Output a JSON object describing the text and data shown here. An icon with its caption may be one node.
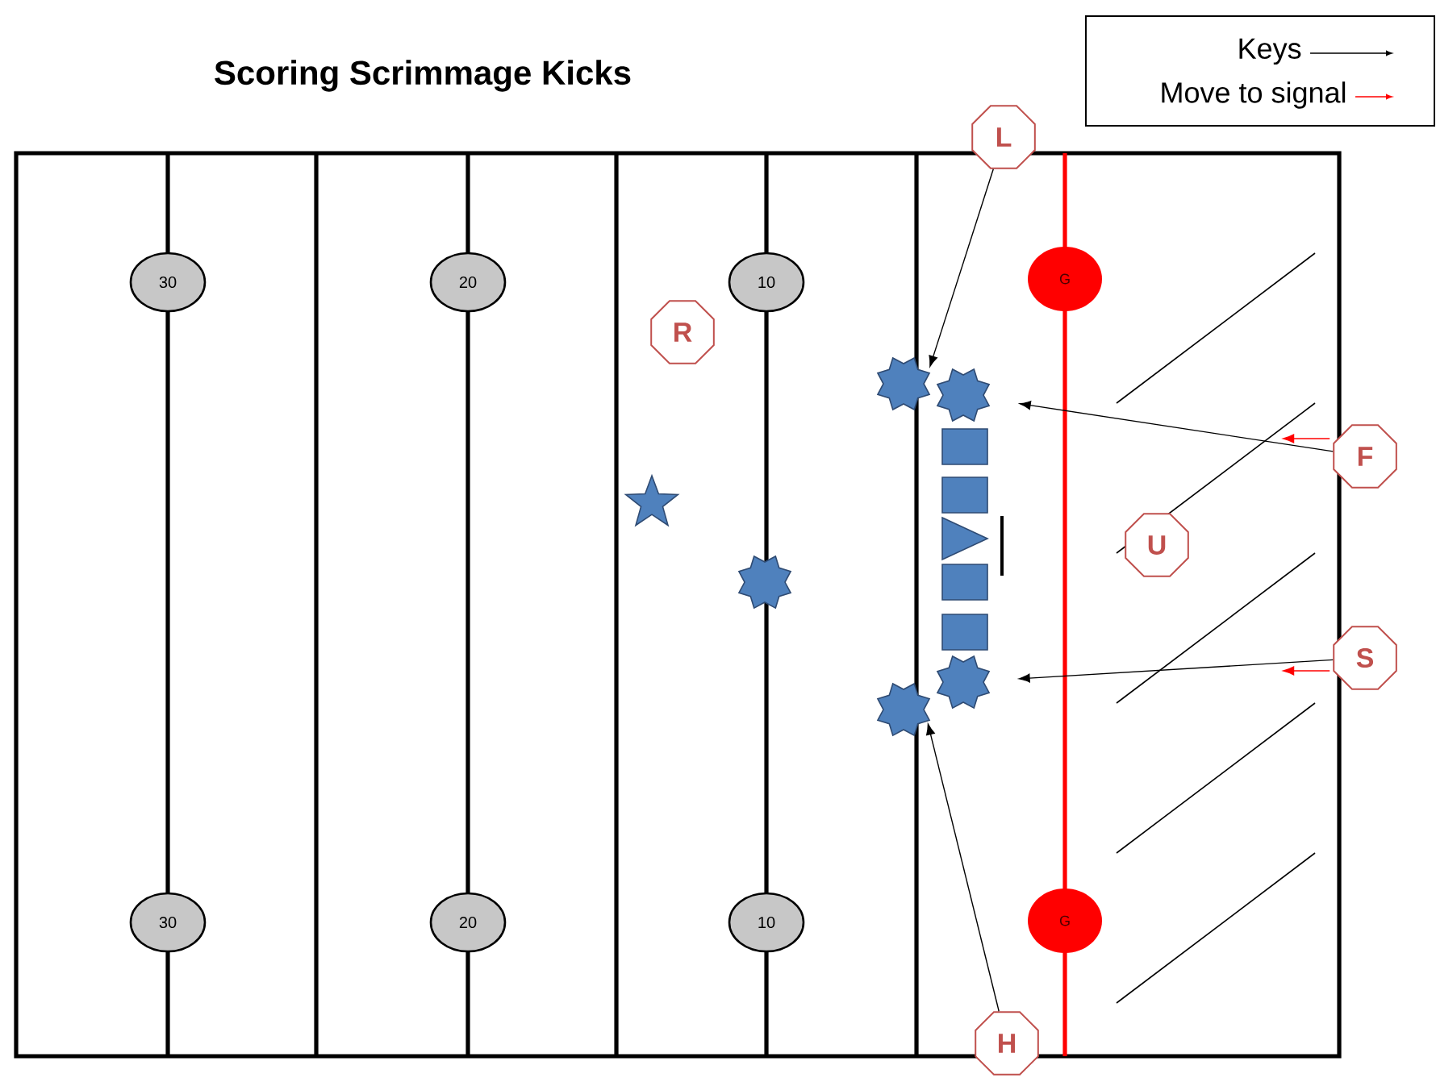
{
  "diagram": {
    "title": "Scoring Scrimmage Kicks",
    "nodes": [
      {
        "text": [
          "L"
        ]
      },
      {
        "text": [
          "30"
        ]
      },
      {
        "text": [
          "20"
        ]
      },
      {
        "text": [
          "10"
        ]
      },
      {
        "text": [
          "G"
        ]
      },
      {
        "text": [
          "R"
        ]
      },
      {
        "text": [],
        "shape": "star"
      },
      {
        "text": [],
        "shape": "star"
      },
      {
        "text": [
          "F"
        ]
      },
      {
        "text": [
          "U"
        ]
      },
      {
        "text": [
          "S"
        ]
      },
      {
        "text": [],
        "shape": "star"
      },
      {
        "text": [],
        "shape": "star"
      },
      {
        "text": [
          "30"
        ]
      },
      {
        "text": [
          "20"
        ]
      },
      {
        "text": [
          "10"
        ]
      },
      {
        "text": [
          "G"
        ]
      },
      {
        "text": [
          "H"
        ]
      }
    ],
    "edges": [
      {
        "from": 0,
        "to": 6,
        "arrow": "to"
      },
      {
        "from": 8,
        "to": 7,
        "arrow": "to"
      },
      {
        "from": 10,
        "to": 11,
        "arrow": "to"
      },
      {
        "from": 17,
        "to": 12,
        "arrow": "to"
      },
      {
        "from": 8,
        "to": null,
        "arrow": "to",
        "color": "#ff0000"
      },
      {
        "from": 10,
        "to": null,
        "arrow": "to",
        "color": "#ff0000"
      }
    ],
    "legend": [
      {
        "text": "Keys"
      },
      {
        "text": "Move to signal"
      }
    ]
  }
}
